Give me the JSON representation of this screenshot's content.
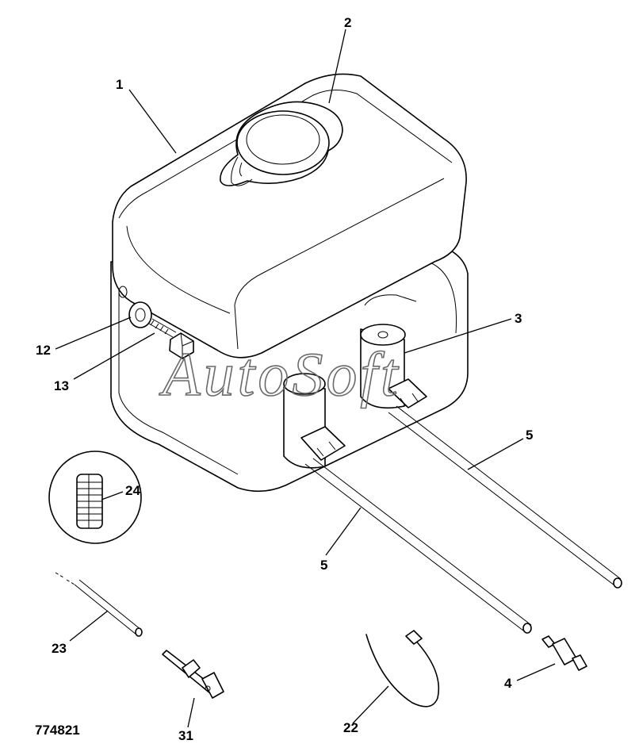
{
  "figure_code": "774821",
  "watermark": "AutoSoft",
  "callouts": {
    "c1": "1",
    "c2": "2",
    "c3": "3",
    "c4": "4",
    "c5a": "5",
    "c5b": "5",
    "c12": "12",
    "c13": "13",
    "c22": "22",
    "c23": "23",
    "c24": "24",
    "c31": "31"
  }
}
